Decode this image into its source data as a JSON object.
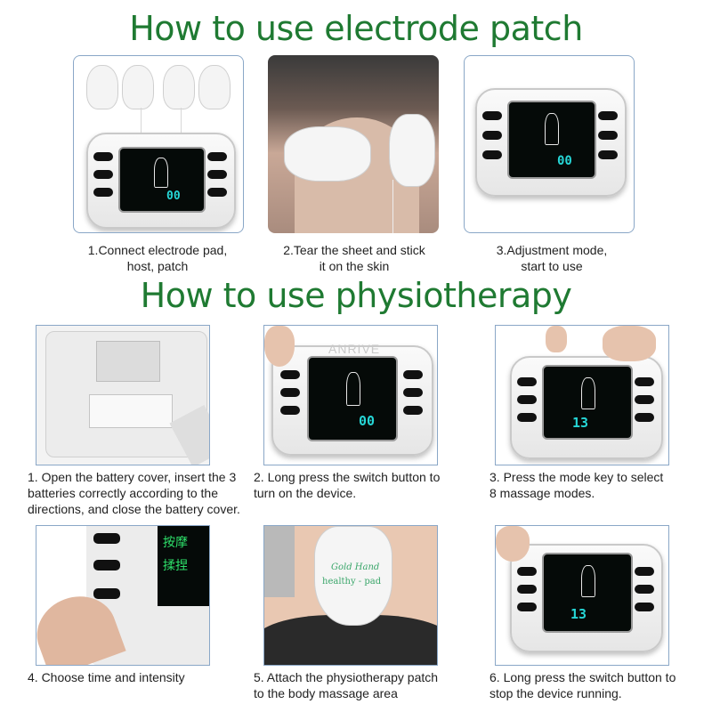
{
  "headings": {
    "electrode": "How to use electrode patch",
    "physio": "How to use physiotherapy"
  },
  "electrode_steps": [
    {
      "line1": "1.Connect electrode pad,",
      "line2": "host, patch"
    },
    {
      "line1": "2.Tear the sheet and stick",
      "line2": "it on the skin"
    },
    {
      "line1": "3.Adjustment mode,",
      "line2": "start to use"
    }
  ],
  "physio_steps": [
    {
      "line1": "1. Open the battery cover, insert the 3",
      "line2": "batteries correctly according to the",
      "line3": "directions, and close the battery cover."
    },
    {
      "line1": "2. Long press the switch button to",
      "line2": "turn on the device."
    },
    {
      "line1": "3. Press the mode key to select",
      "line2": "8 massage modes."
    },
    {
      "line1": "4. Choose time and intensity"
    },
    {
      "line1": "5. Attach the physiotherapy patch",
      "line2": "to the body massage area"
    },
    {
      "line1": "6. Long press the switch button to",
      "line2": "stop the device running."
    }
  ],
  "photo_text": {
    "pad_brand": "Gold Hand",
    "pad_tagline": "healthy - pad",
    "device_digits": "00",
    "device_digits_running": "13",
    "panel_chars_1": "按摩",
    "panel_chars_2": "揉捏",
    "watermark": "ANRIVE"
  },
  "colors": {
    "heading": "#1f7a32",
    "panel_border": "#8aa7c7",
    "led_green": "#2ee06a",
    "led_cyan": "#26d6d6"
  }
}
